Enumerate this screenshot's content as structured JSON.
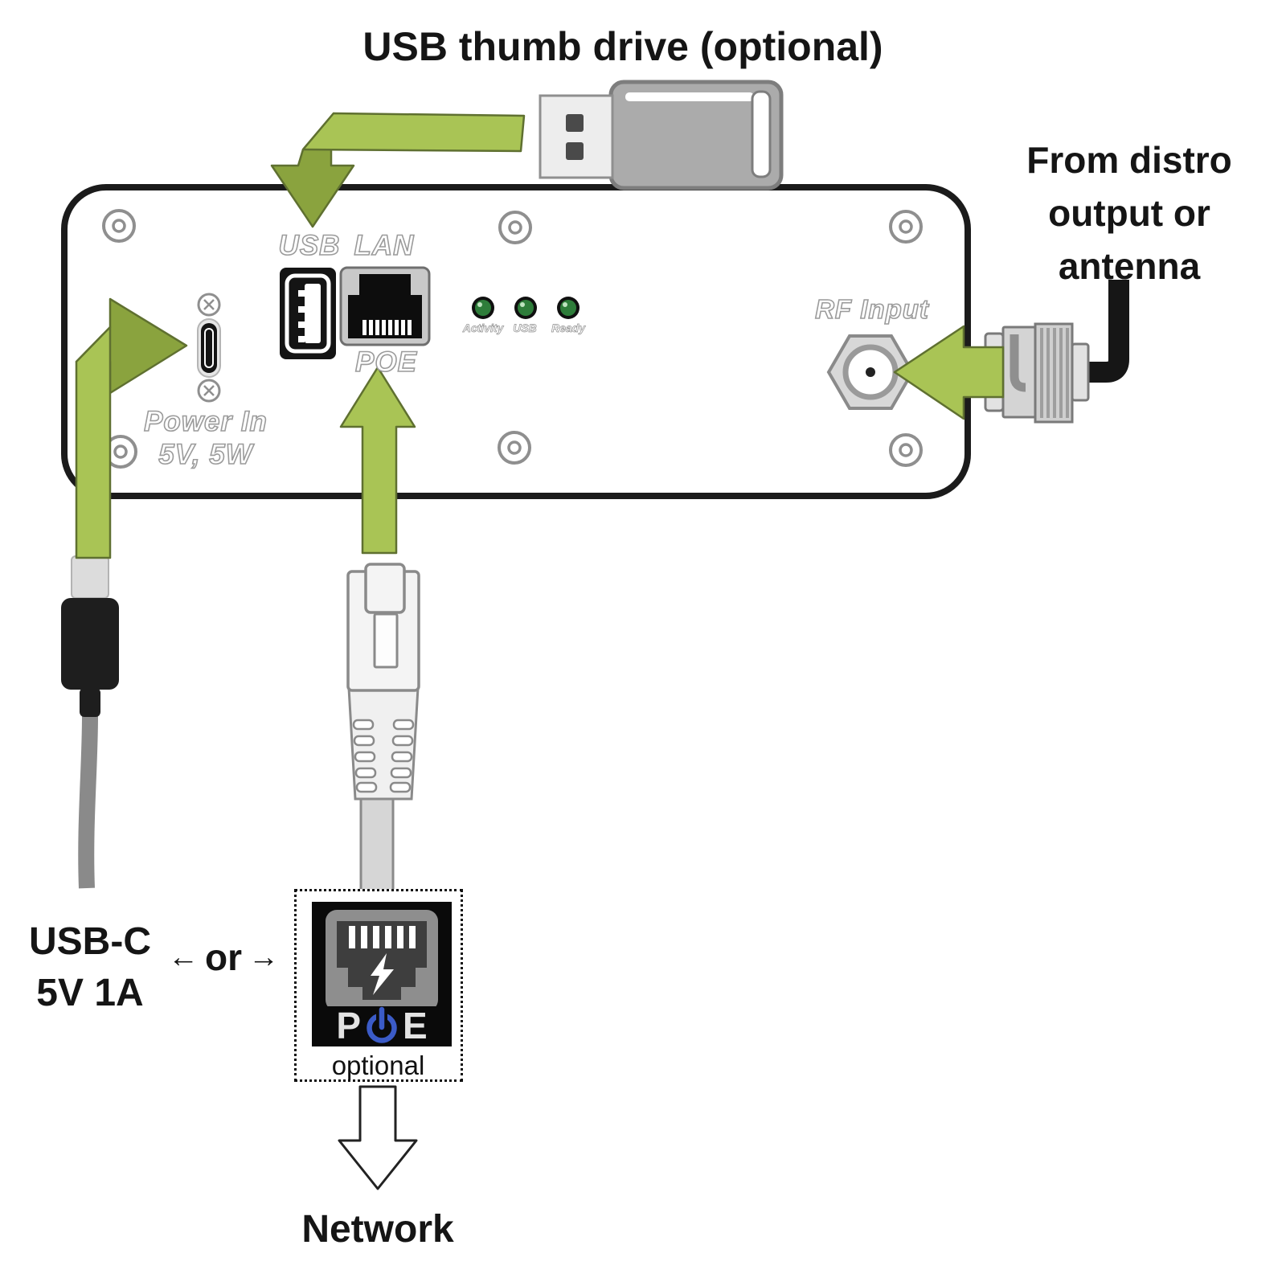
{
  "title": "USB thumb drive (optional)",
  "panel": {
    "usb_label": "USB",
    "lan_label": "LAN",
    "poe_label": "POE",
    "power_in_line1": "Power In",
    "power_in_line2": "5V, 5W",
    "rf_input_label": "RF Input",
    "leds": [
      {
        "label": "Activity"
      },
      {
        "label": "USB"
      },
      {
        "label": "Ready"
      }
    ]
  },
  "annotations": {
    "rf_source_line1": "From distro",
    "rf_source_line2": "output or",
    "rf_source_line3": "antenna",
    "usbc_line1": "USB-C",
    "usbc_line2": "5V 1A",
    "or_left_arrow": "←",
    "or_label": "or",
    "or_right_arrow": "→",
    "network_label": "Network"
  },
  "poe_badge": {
    "p": "P",
    "e": "E",
    "optional_label": "optional"
  },
  "colors": {
    "arrow_green": "#a9c455",
    "arrow_green_dark": "#8aa33e",
    "arrow_outline": "#5f7030",
    "led_green": "#2e7d3a",
    "poe_blue": "#3b5bc7",
    "panel_border": "#1b1b1b"
  }
}
